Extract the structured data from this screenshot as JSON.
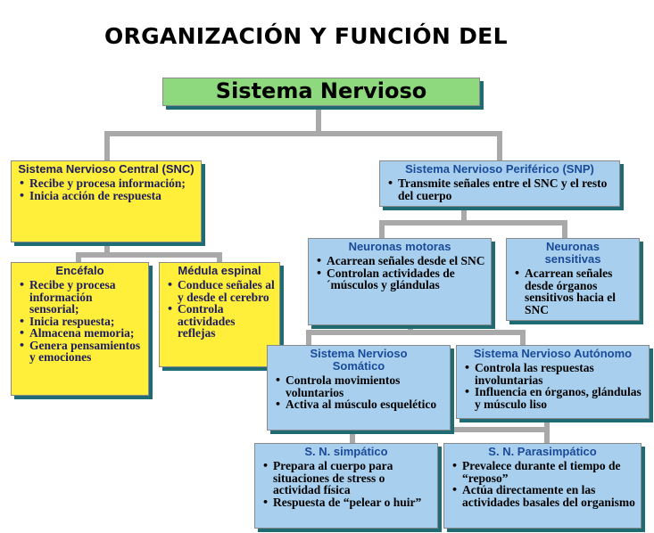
{
  "title": "ORGANIZACIÓN  Y FUNCIÓN  DEL",
  "root": {
    "label": "Sistema Nervioso"
  },
  "snc": {
    "header": "Sistema Nervioso Central (SNC)",
    "items": [
      "Recibe y procesa información;",
      "Inicia acción de respuesta"
    ]
  },
  "encefalo": {
    "header": "Encéfalo",
    "items": [
      "Recibe y procesa información sensorial;",
      "Inicia respuesta;",
      "Almacena memoria;",
      "Genera pensamientos y emociones"
    ]
  },
  "medula": {
    "header": "Médula espinal",
    "items": [
      "Conduce señales al y desde el cerebro",
      "Controla actividades reflejas"
    ]
  },
  "snp": {
    "header": "Sistema Nervioso Periférico (SNP)",
    "items": [
      "Transmite señales entre el SNC y el resto del cuerpo"
    ]
  },
  "motoras": {
    "header": "Neuronas motoras",
    "items": [
      "Acarrean señales desde el SNC",
      "Controlan actividades de ´músculos y glándulas"
    ]
  },
  "sensitivas": {
    "header": "Neuronas sensitivas",
    "items": [
      "Acarrean señales desde órganos sensitivos hacia el SNC"
    ]
  },
  "somatico": {
    "header": "Sistema Nervioso Somático",
    "items": [
      "Controla movimientos voluntarios",
      "Activa al músculo esquelético"
    ]
  },
  "autonomo": {
    "header": "Sistema Nervioso Autónomo",
    "items": [
      "Controla las respuestas involuntarias",
      "Influencia en órganos, glándulas y músculo liso"
    ]
  },
  "simpatico": {
    "header": "S. N. simpático",
    "items": [
      "Prepara al cuerpo para situaciones de stress o actividad física",
      "Respuesta de “pelear o huir”"
    ]
  },
  "parasimpatico": {
    "header": "S. N. Parasimpático",
    "items": [
      "Prevalece durante el tiempo de “reposo”",
      "Actúa directamente en las actividades basales del organismo"
    ]
  },
  "colors": {
    "yellow_box": "#ffee3a",
    "blue_box": "#a8d0ee",
    "green_box": "#8ed87e",
    "connector": "#a9a9a9",
    "shadow": "#1f6b74"
  }
}
